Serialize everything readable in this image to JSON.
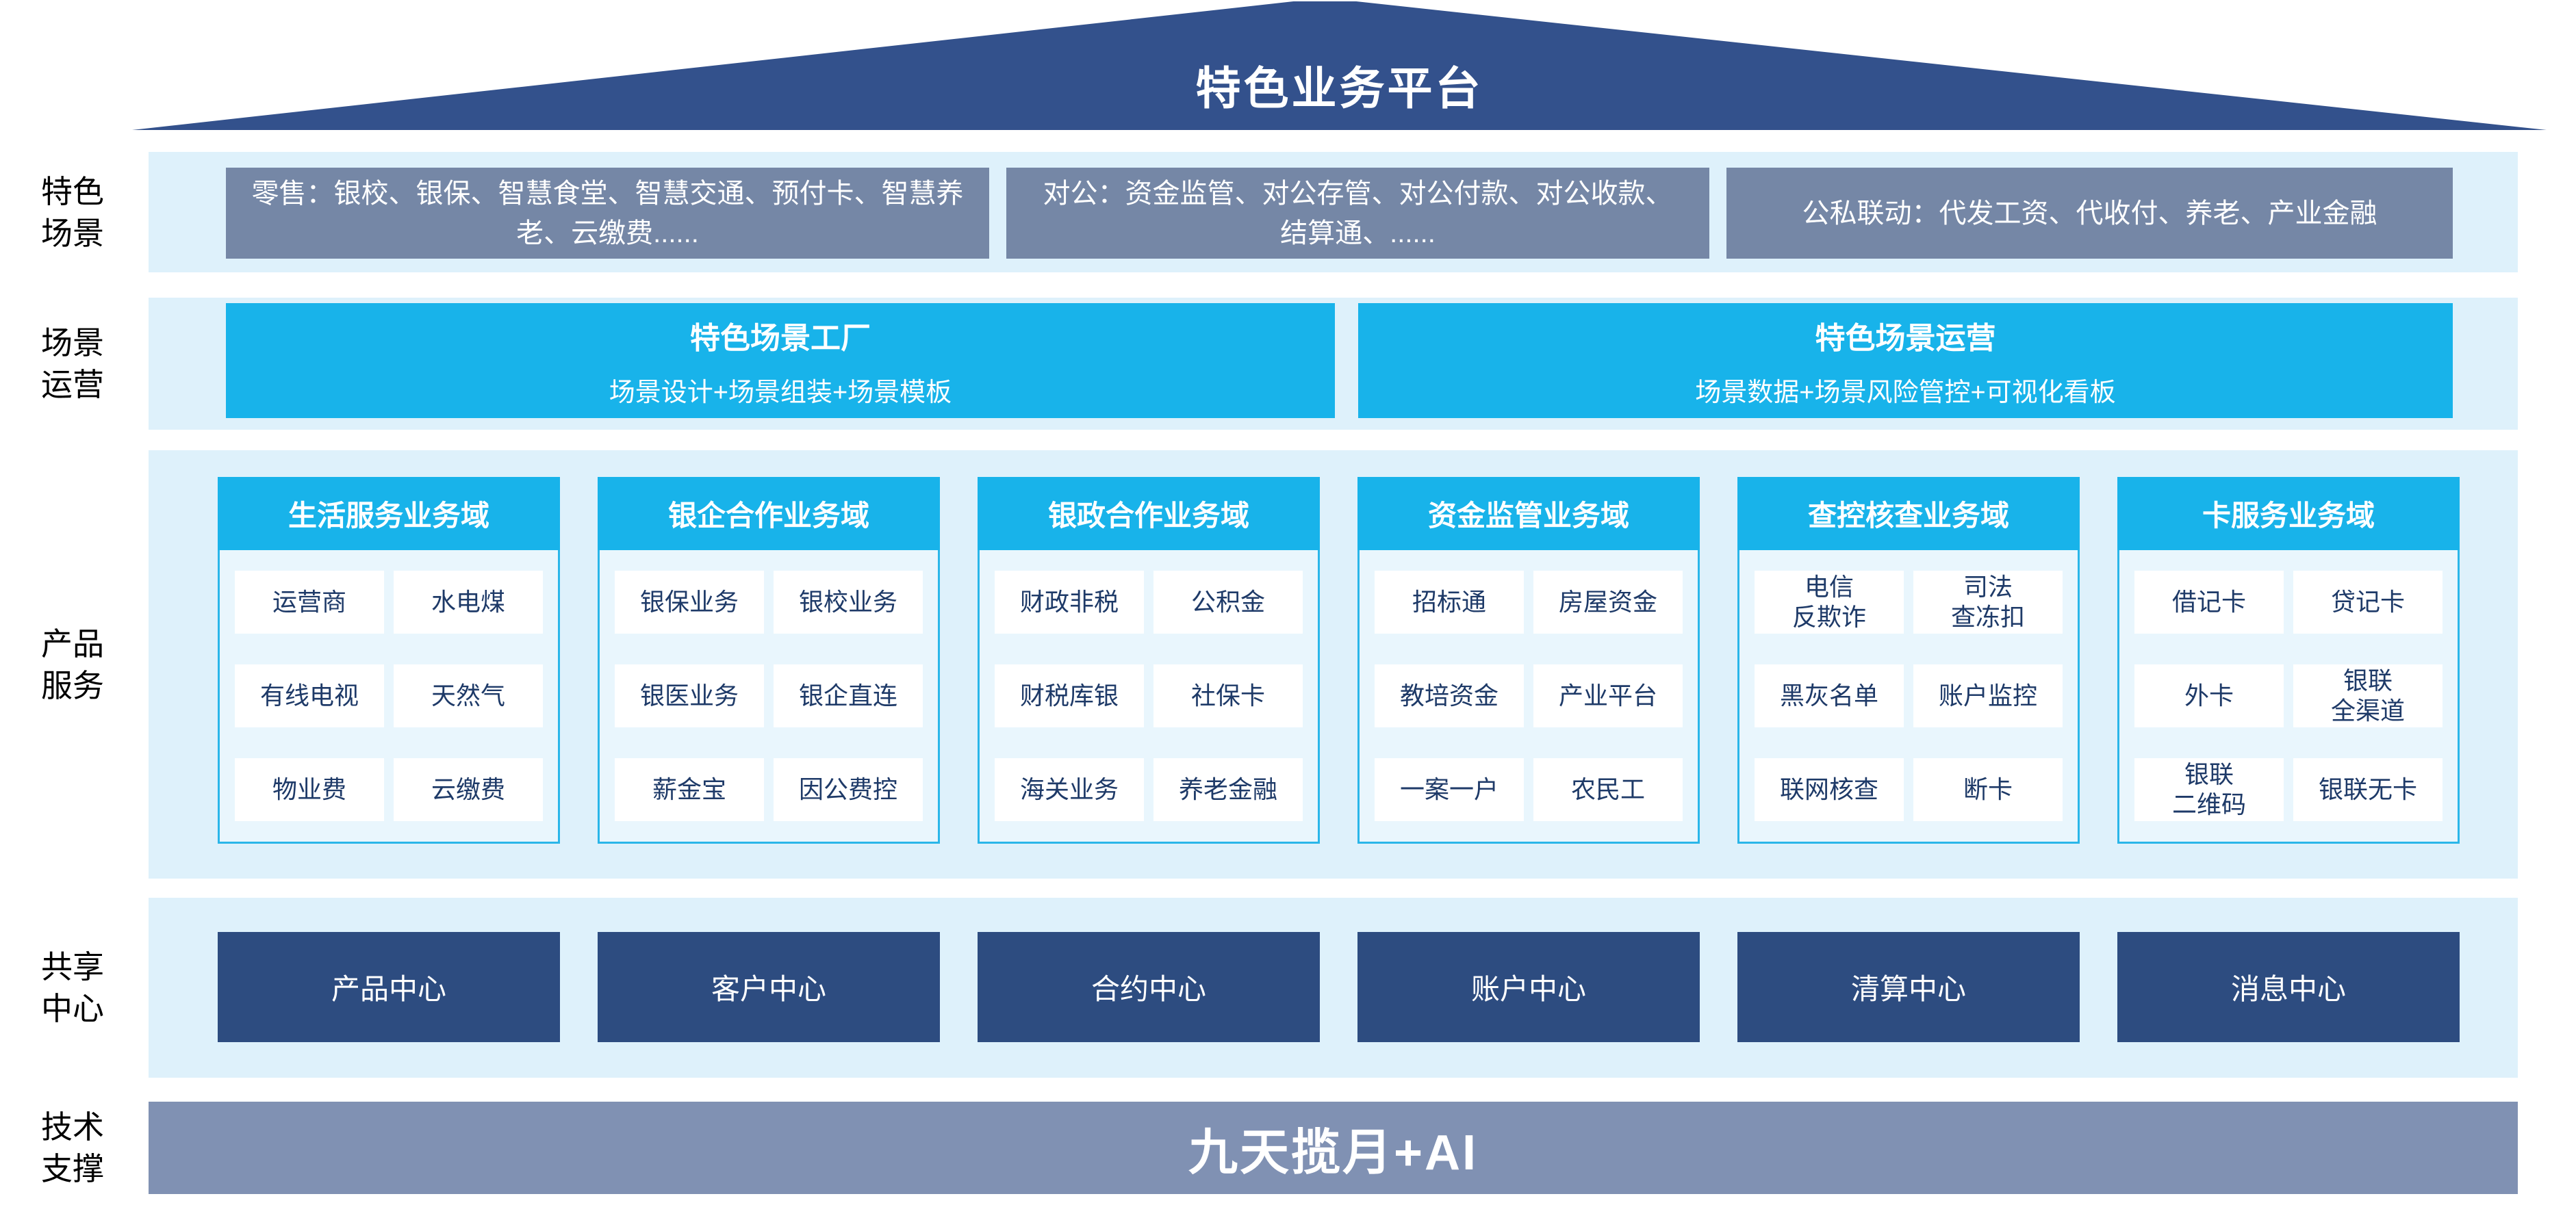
{
  "colors": {
    "roof_navy": "#33518C",
    "cyan_accent": "#18B3EA",
    "slate_blue_box": "#7587A6",
    "tech_slate_box": "#8091B3",
    "band_light_blue": "#DEF1FB",
    "card_body_blue": "#E9F6FD",
    "center_navy_box": "#2D4C80",
    "item_text_navy": "#1E3A68"
  },
  "platform": {
    "title": "特色业务平台"
  },
  "scenes": {
    "label": "特色\n场景",
    "boxes": [
      "零售：银校、银保、智慧食堂、智慧交通、预付卡、智慧养老、云缴费......",
      "对公：资金监管、对公存管、对公付款、对公收款、结算通、......",
      "公私联动：代发工资、代收付、养老、产业金融"
    ]
  },
  "operation": {
    "label": "场景\n运营",
    "boxes": [
      {
        "title": "特色场景工厂",
        "subtitle": "场景设计+场景组装+场景模板"
      },
      {
        "title": "特色场景运营",
        "subtitle": "场景数据+场景风险管控+可视化看板"
      }
    ]
  },
  "products": {
    "label": "产品\n服务",
    "domains": [
      {
        "title": "生活服务业务域",
        "items": [
          "运营商",
          "水电煤",
          "有线电视",
          "天然气",
          "物业费",
          "云缴费"
        ]
      },
      {
        "title": "银企合作业务域",
        "items": [
          "银保业务",
          "银校业务",
          "银医业务",
          "银企直连",
          "薪金宝",
          "因公费控"
        ]
      },
      {
        "title": "银政合作业务域",
        "items": [
          "财政非税",
          "公积金",
          "财税库银",
          "社保卡",
          "海关业务",
          "养老金融"
        ]
      },
      {
        "title": "资金监管业务域",
        "items": [
          "招标通",
          "房屋资金",
          "教培资金",
          "产业平台",
          "一案一户",
          "农民工"
        ]
      },
      {
        "title": "查控核查业务域",
        "items": [
          "电信\n反欺诈",
          "司法\n查冻扣",
          "黑灰名单",
          "账户监控",
          "联网核查",
          "断卡"
        ]
      },
      {
        "title": "卡服务业务域",
        "items": [
          "借记卡",
          "贷记卡",
          "外卡",
          "银联\n全渠道",
          "银联\n二维码",
          "银联无卡"
        ]
      }
    ]
  },
  "shared": {
    "label": "共享\n中心",
    "centers": [
      "产品中心",
      "客户中心",
      "合约中心",
      "账户中心",
      "清算中心",
      "消息中心"
    ]
  },
  "tech": {
    "label": "技术\n支撑",
    "box": "九天揽月+AI"
  }
}
